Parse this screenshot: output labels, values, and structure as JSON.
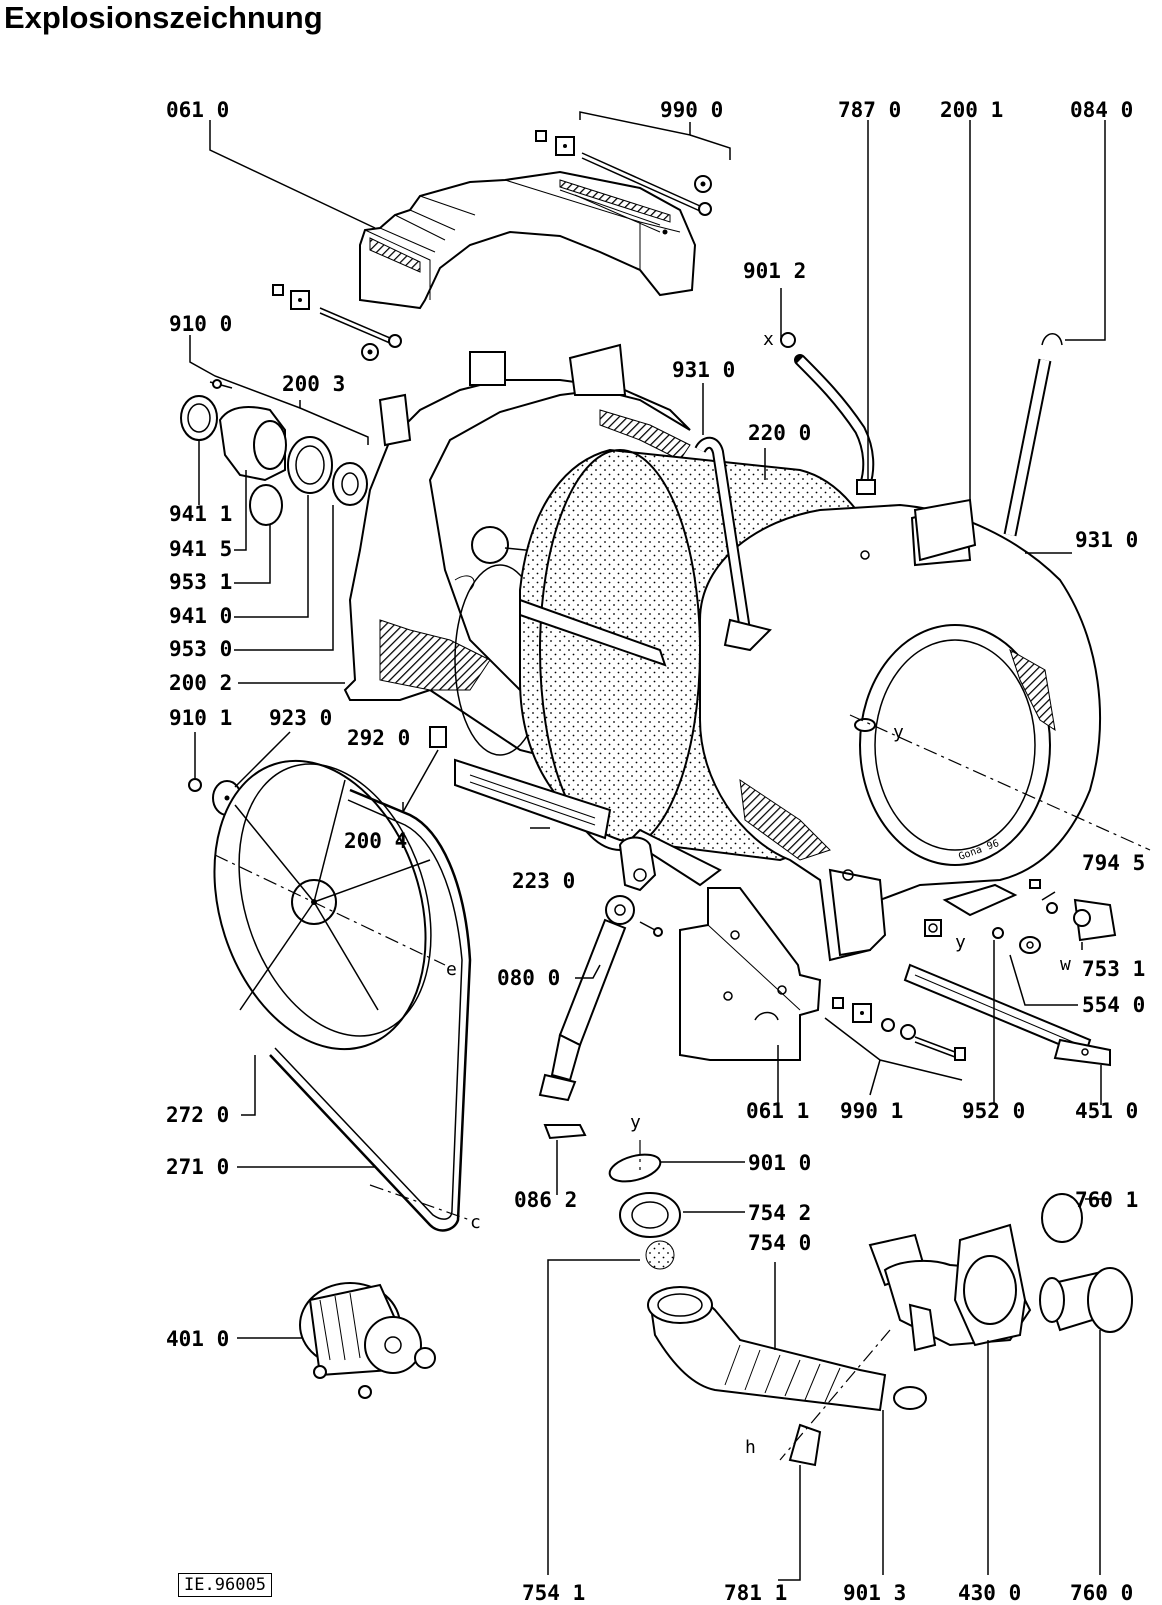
{
  "title": "Explosionszeichnung",
  "document_id": "IE.96005",
  "parts": [
    {
      "key": "p0610",
      "label": "061 0"
    },
    {
      "key": "p9900",
      "label": "990 0"
    },
    {
      "key": "p7870",
      "label": "787 0"
    },
    {
      "key": "p2001",
      "label": "200 1"
    },
    {
      "key": "p0840",
      "label": "084 0"
    },
    {
      "key": "p9012",
      "label": "901 2"
    },
    {
      "key": "p9100",
      "label": "910 0"
    },
    {
      "key": "p2003",
      "label": "200 3"
    },
    {
      "key": "p9310a",
      "label": "931 0"
    },
    {
      "key": "p2200",
      "label": "220 0"
    },
    {
      "key": "p9310b",
      "label": "931 0"
    },
    {
      "key": "p9411",
      "label": "941 1"
    },
    {
      "key": "p9415",
      "label": "941 5"
    },
    {
      "key": "p9531",
      "label": "953 1"
    },
    {
      "key": "p9410",
      "label": "941 0"
    },
    {
      "key": "p9530",
      "label": "953 0"
    },
    {
      "key": "p2002",
      "label": "200 2"
    },
    {
      "key": "p9101",
      "label": "910 1"
    },
    {
      "key": "p9230",
      "label": "923 0"
    },
    {
      "key": "p2920",
      "label": "292 0"
    },
    {
      "key": "p2004",
      "label": "200 4"
    },
    {
      "key": "p2230",
      "label": "223 0"
    },
    {
      "key": "p7945",
      "label": "794 5"
    },
    {
      "key": "p7531",
      "label": "753 1"
    },
    {
      "key": "p5540",
      "label": "554 0"
    },
    {
      "key": "p0800",
      "label": "080 0"
    },
    {
      "key": "p0611",
      "label": "061 1"
    },
    {
      "key": "p9901",
      "label": "990 1"
    },
    {
      "key": "p9520",
      "label": "952 0"
    },
    {
      "key": "p4510",
      "label": "451 0"
    },
    {
      "key": "p2720",
      "label": "272 0"
    },
    {
      "key": "p2710",
      "label": "271 0"
    },
    {
      "key": "p0862",
      "label": "086 2"
    },
    {
      "key": "p9010",
      "label": "901 0"
    },
    {
      "key": "p7542",
      "label": "754 2"
    },
    {
      "key": "p7540",
      "label": "754 0"
    },
    {
      "key": "p7601",
      "label": "760 1"
    },
    {
      "key": "p4010",
      "label": "401 0"
    },
    {
      "key": "p7541",
      "label": "754 1"
    },
    {
      "key": "p7811",
      "label": "781 1"
    },
    {
      "key": "p9013",
      "label": "901 3"
    },
    {
      "key": "p4300",
      "label": "430 0"
    },
    {
      "key": "p7600",
      "label": "760 0"
    }
  ],
  "markers": {
    "x": "x",
    "y1": "y",
    "y2": "y",
    "y3": "y",
    "w": "w",
    "e": "e",
    "c": "c",
    "h": "h",
    "tub_stamp": "Gona 96"
  }
}
